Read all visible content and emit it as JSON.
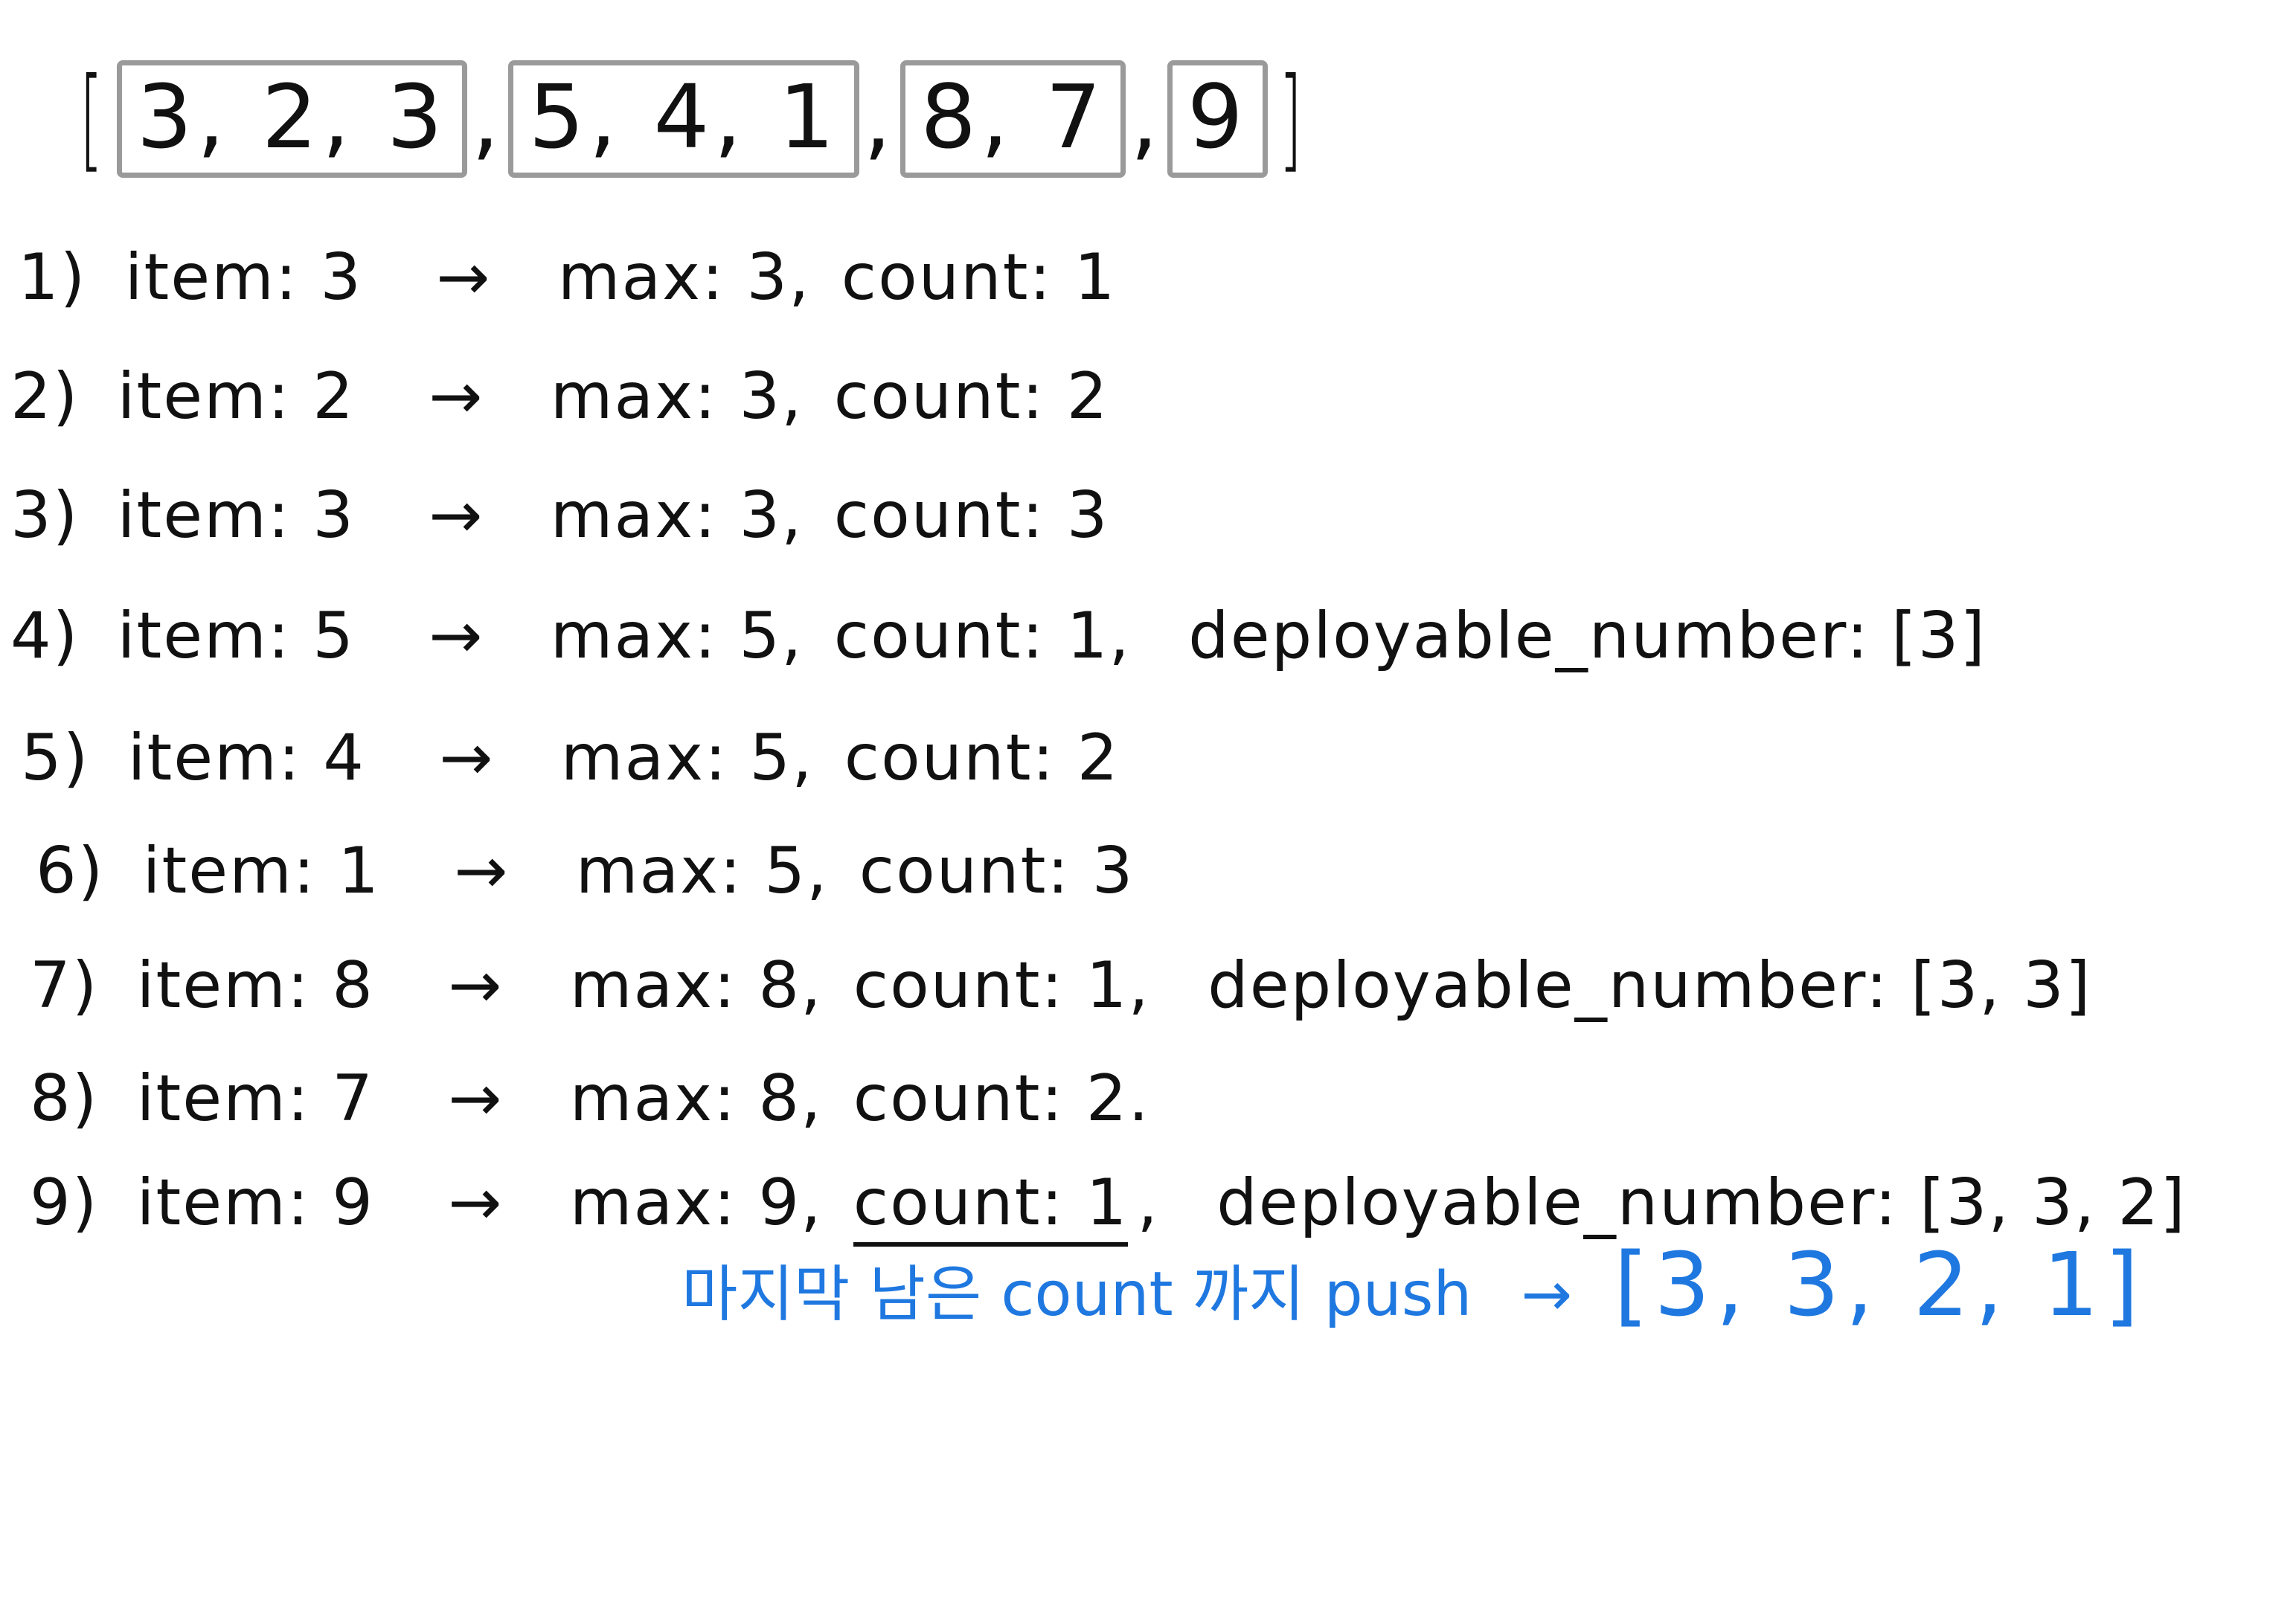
{
  "array": {
    "open": "[",
    "close": "]",
    "separator": ",",
    "groups": [
      "3, 2, 3",
      "5, 4, 1",
      "8, 7",
      "9"
    ]
  },
  "steps": [
    {
      "index": "1)",
      "item": "item: 3",
      "arrow": "→",
      "max": "max: 3,",
      "count": "count: 1",
      "deployable": ""
    },
    {
      "index": "2)",
      "item": "item: 2",
      "arrow": "→",
      "max": "max: 3,",
      "count": "count: 2",
      "deployable": ""
    },
    {
      "index": "3)",
      "item": "item: 3",
      "arrow": "→",
      "max": "max: 3,",
      "count": "count: 3",
      "deployable": ""
    },
    {
      "index": "4)",
      "item": "item: 5",
      "arrow": "→",
      "max": "max: 5,",
      "count": "count: 1,",
      "deployable": "deployable_number: [3]"
    },
    {
      "index": "5)",
      "item": "item: 4",
      "arrow": "→",
      "max": "max: 5,",
      "count": "count: 2",
      "deployable": ""
    },
    {
      "index": "6)",
      "item": "item: 1",
      "arrow": "→",
      "max": "max: 5,",
      "count": "count: 3",
      "deployable": ""
    },
    {
      "index": "7)",
      "item": "item: 8",
      "arrow": "→",
      "max": "max: 8,",
      "count": "count: 1,",
      "deployable": "deployable_number: [3, 3]"
    },
    {
      "index": "8)",
      "item": "item: 7",
      "arrow": "→",
      "max": "max: 8,",
      "count": "count: 2.",
      "deployable": ""
    },
    {
      "index": "9)",
      "item": "item: 9",
      "arrow": "→",
      "max": "max: 9,",
      "count": "count: 1",
      "count_suffix": ",",
      "deployable": "deployable_number: [3, 3, 2]"
    }
  ],
  "note": {
    "text": "마지막 남은 count 까지 push",
    "arrow": "→",
    "result": "[3, 3, 2, 1]"
  },
  "colors": {
    "ink": "#111111",
    "box": "#9a9a9a",
    "note": "#1f78e0"
  }
}
